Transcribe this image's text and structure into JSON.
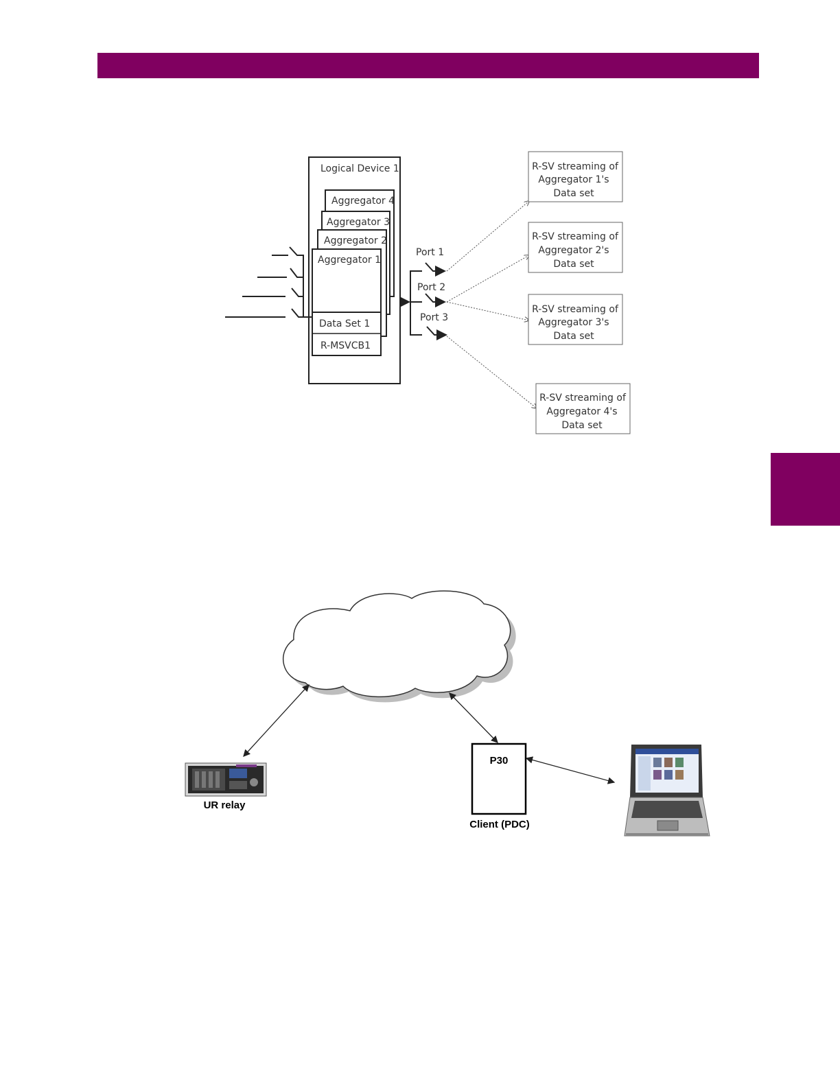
{
  "colors": {
    "brand": "#800060"
  },
  "diagram1": {
    "logical_device": "Logical Device 1",
    "aggregators": [
      "Aggregator 4",
      "Aggregator 3",
      "Aggregator 2",
      "Aggregator 1"
    ],
    "data_set": "Data Set 1",
    "control_block": "R-MSVCB1",
    "ports": [
      "Port 1",
      "Port 2",
      "Port 3"
    ],
    "streams": [
      [
        "R-SV streaming of",
        "Aggregator 1's",
        "Data set"
      ],
      [
        "R-SV streaming of",
        "Aggregator 2's",
        "Data set"
      ],
      [
        "R-SV streaming of",
        "Aggregator 3's",
        "Data set"
      ],
      [
        "R-SV streaming of",
        "Aggregator 4's",
        "Data set"
      ]
    ]
  },
  "diagram2": {
    "relay_label": "UR relay",
    "pdc_box_label": "P30",
    "pdc_label": "Client (PDC)",
    "laptop_icon": "laptop-icon",
    "relay_icon": "relay-device-icon",
    "cloud_icon": "network-cloud-icon"
  }
}
